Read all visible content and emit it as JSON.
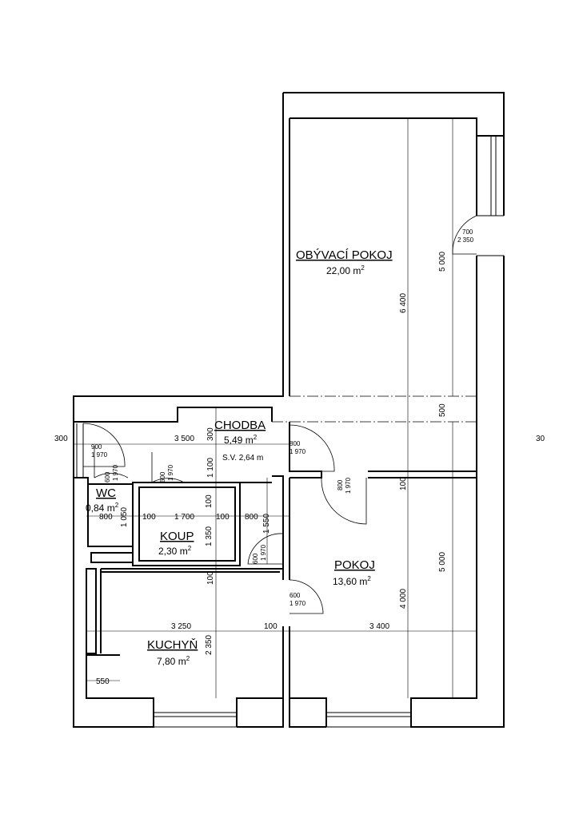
{
  "rooms": {
    "living": {
      "name": "OBÝVACÍ POKOJ",
      "area_value": "22,00 m",
      "area_unit_sup": "2"
    },
    "hall": {
      "name": "CHODBA",
      "area_value": "5,49 m",
      "area_unit_sup": "2",
      "sv": "S.V. 2,64 m"
    },
    "wc": {
      "name": "WC",
      "area_value": "0,84 m",
      "area_unit_sup": "2"
    },
    "bath": {
      "name": "KOUP",
      "area_value": "2,30 m",
      "area_unit_sup": "2"
    },
    "room": {
      "name": "POKOJ",
      "area_value": "13,60 m",
      "area_unit_sup": "2"
    },
    "kitchen": {
      "name": "KUCHYŇ",
      "area_value": "7,80 m",
      "area_unit_sup": "2"
    }
  },
  "dimensions": {
    "d_300_left": "300",
    "d_300_right": "30",
    "d_3500": "3 500",
    "d_300_hall": "300",
    "d_1100": "1 100",
    "d_6400": "6 400",
    "d_5000_top": "5 000",
    "d_500": "500",
    "d_100_room": "100",
    "d_5000_room": "5 000",
    "d_4000": "4 000",
    "d_3400": "3 400",
    "d_100_mid": "100",
    "d_3250": "3 250",
    "d_2350": "2 350",
    "d_550": "550",
    "d_100_kit": "100",
    "d_800_wc": "800",
    "d_1050": "1 050",
    "d_100_a": "100",
    "d_1700": "1 700",
    "d_100_b": "100",
    "d_800_b": "800",
    "d_100_bath": "100",
    "d_1350": "1 350",
    "d_1550": "1 550"
  },
  "doors": {
    "living_door_w": "700",
    "living_door_h": "2 350",
    "hall_door_w": "800",
    "hall_door_h": "1 970",
    "room_door_w": "800",
    "room_door_h": "1 970",
    "entry_w": "900",
    "entry_h": "1 970",
    "wc_door_w": "600",
    "wc_door_h": "1 970",
    "bath_door_w": "600",
    "bath_door_h": "1 970",
    "small_door_w": "600",
    "small_door_h": "1 970",
    "kitchen_door_w": "600",
    "kitchen_door_h": "1 970"
  }
}
